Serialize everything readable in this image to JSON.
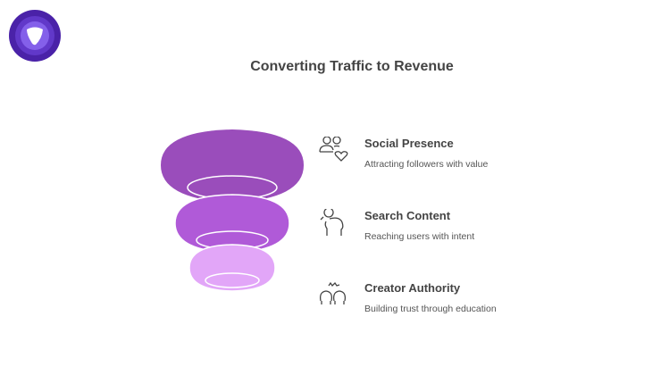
{
  "title": "Converting Traffic to Revenue",
  "colors": {
    "level1": "#9a4dbb",
    "level2": "#b05ad8",
    "level3": "#e2a6f8",
    "logo": "#4a22a8"
  },
  "items": [
    {
      "heading": "Social Presence",
      "description": "Attracting followers with value",
      "icon": "people-heart-icon"
    },
    {
      "heading": "Search Content",
      "description": "Reaching users with intent",
      "icon": "person-search-icon"
    },
    {
      "heading": "Creator Authority",
      "description": "Building trust through education",
      "icon": "people-gear-icon"
    }
  ]
}
